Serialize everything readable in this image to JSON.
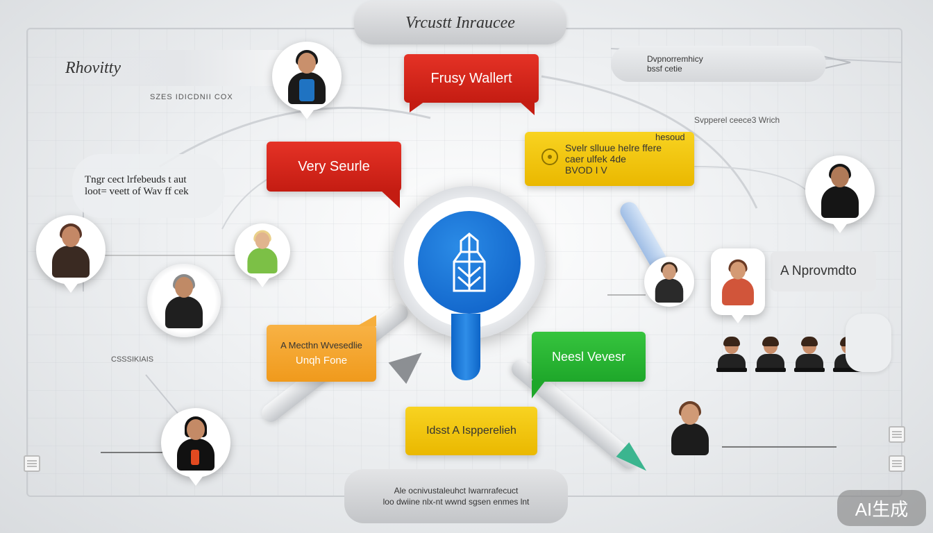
{
  "title": "Vrcustt Inraucee",
  "labels": {
    "top_left": "Rhovitty",
    "top_left_sub": "SZES IDICDNII COX",
    "top_right_1": "Dvpnorremhicy",
    "top_right_2": "bssf cetie",
    "top_right_3": "Svpperel ceece3 Wrich",
    "left_note_1": "Tngr cect lrfebeuds t aut",
    "left_note_2": "loot= veett of Wav ff cek",
    "right_label": "A Nprovmdto",
    "left_small": "CSSSIKIAIS",
    "bottom_pill_1": "Ale ocnivustaleuhct Iwarnrafecuct",
    "bottom_pill_2": "loo dwiine nlx-nt wwnd sgsen enmes lnt"
  },
  "notes": {
    "red_top": "Frusy Wallert",
    "red_left": "Very Seurle",
    "yellow_right_tag": "hesoud",
    "yellow_right_1": "Svelr slluue helre ffere",
    "yellow_right_2": "caer ulfek 4de",
    "yellow_right_3": "BVOD I V",
    "orange_1": "A Mecthn Wvesedlie",
    "orange_2": "Unqh Fone",
    "green": "Neesl Vevesr",
    "yellow_bottom": "Idsst A Ispperelieh"
  },
  "badge": "AI生成",
  "colors": {
    "red": "#d4261b",
    "yellow": "#f2c40f",
    "orange": "#f4a531",
    "green": "#28b634",
    "blue": "#0b5cc4"
  }
}
